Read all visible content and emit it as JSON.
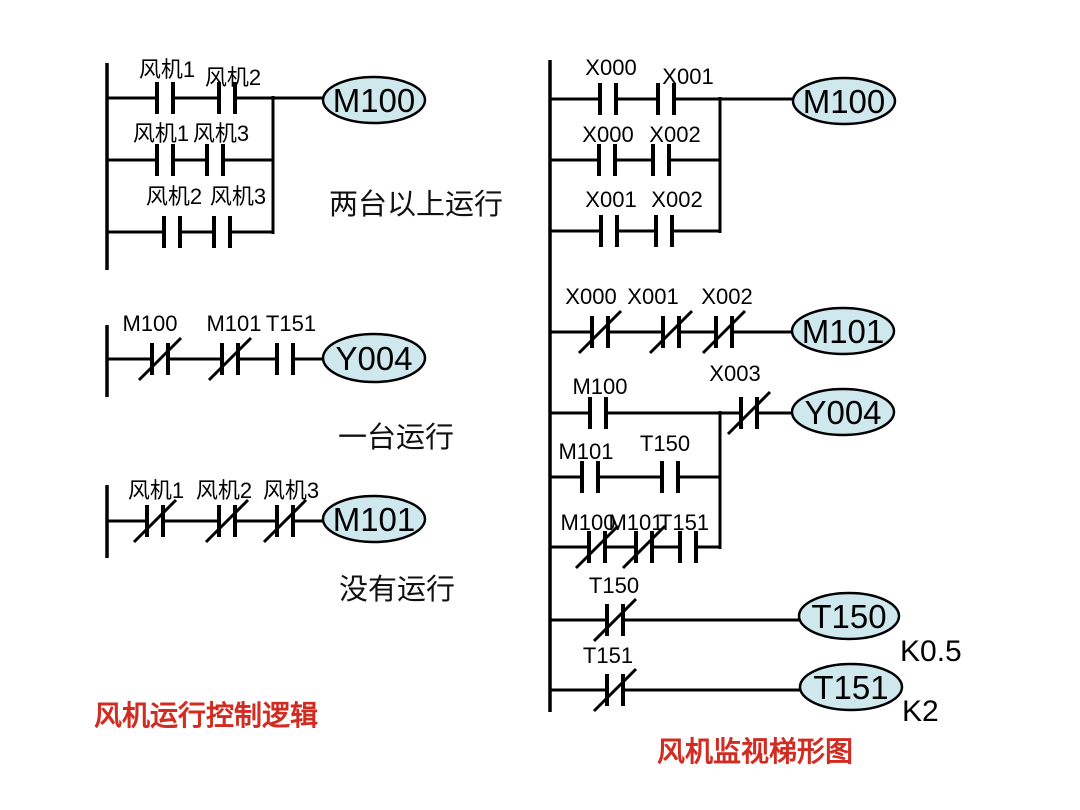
{
  "colors": {
    "coil_fill": "#cfe8ee",
    "title_red": "#d22c22",
    "line": "#000000"
  },
  "left_diagram": {
    "title": "风机运行控制逻辑",
    "rung1": {
      "coil": "M100",
      "annotation": "两台以上运行",
      "row1": {
        "c1": "风机1",
        "c2": "风机2"
      },
      "row2": {
        "c1": "风机1",
        "c2": "风机3"
      },
      "row3": {
        "c1": "风机2",
        "c2": "风机3"
      }
    },
    "rung2": {
      "coil": "Y004",
      "annotation": "一台运行",
      "c1": "M100",
      "c2": "M101",
      "c3": "T151"
    },
    "rung3": {
      "coil": "M101",
      "annotation": "没有运行",
      "c1": "风机1",
      "c2": "风机2",
      "c3": "风机3"
    }
  },
  "right_diagram": {
    "title": "风机监视梯形图",
    "rung1": {
      "coil": "M100",
      "row1": {
        "c1": "X000",
        "c2": "X001"
      },
      "row2": {
        "c1": "X000",
        "c2": "X002"
      },
      "row3": {
        "c1": "X001",
        "c2": "X002"
      }
    },
    "rung2": {
      "coil": "M101",
      "c1": "X000",
      "c2": "X001",
      "c3": "X002"
    },
    "rung3": {
      "coil": "Y004",
      "main_c1": "M100",
      "main_c2": "X003",
      "row2": {
        "c1": "M101",
        "c2": "T150"
      },
      "row3": {
        "c1": "M100",
        "c2": "M101",
        "c3": "T151"
      }
    },
    "rung4": {
      "coil": "T150",
      "c1": "T150",
      "constant": "K0.5"
    },
    "rung5": {
      "coil": "T151",
      "c1": "T151",
      "constant": "K2"
    }
  }
}
